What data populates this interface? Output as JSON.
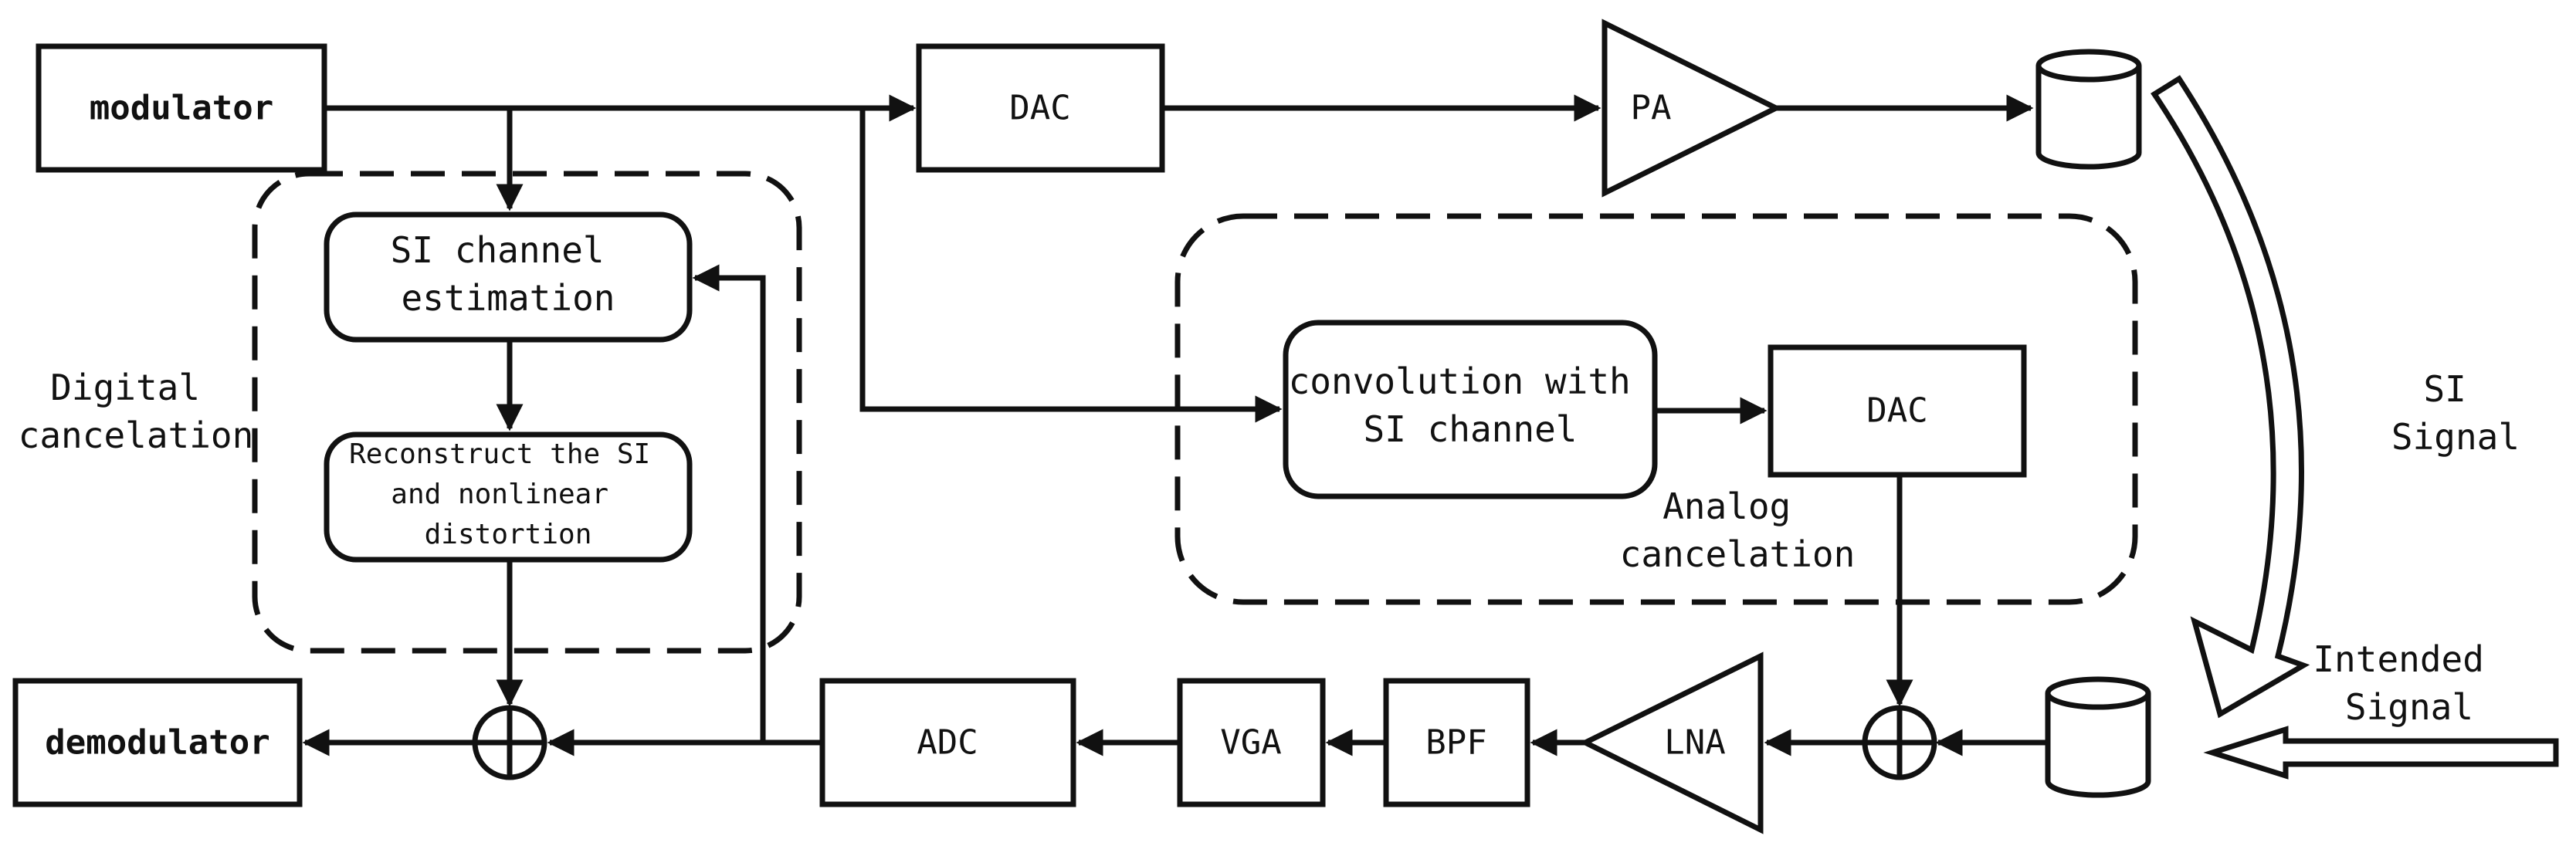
{
  "blocks": {
    "modulator": "modulator",
    "dac_top": "DAC",
    "pa": "PA",
    "si_channel_estimation": [
      "SI channel",
      "estimation"
    ],
    "reconstruct": [
      "Reconstruct the SI",
      "and nonlinear",
      "distortion"
    ],
    "convolution": [
      "convolution with",
      "SI channel"
    ],
    "dac_analog": "DAC",
    "demodulator": "demodulator",
    "adc": "ADC",
    "vga": "VGA",
    "bpf": "BPF",
    "lna": "LNA"
  },
  "regions": {
    "digital": [
      "Digital",
      "cancelation"
    ],
    "analog": [
      "Analog",
      "cancelation"
    ]
  },
  "signals": {
    "si": [
      "SI",
      "Signal"
    ],
    "intended": [
      "Intended",
      "Signal"
    ]
  },
  "colors": {
    "stroke": "#111111",
    "background": "#ffffff"
  }
}
